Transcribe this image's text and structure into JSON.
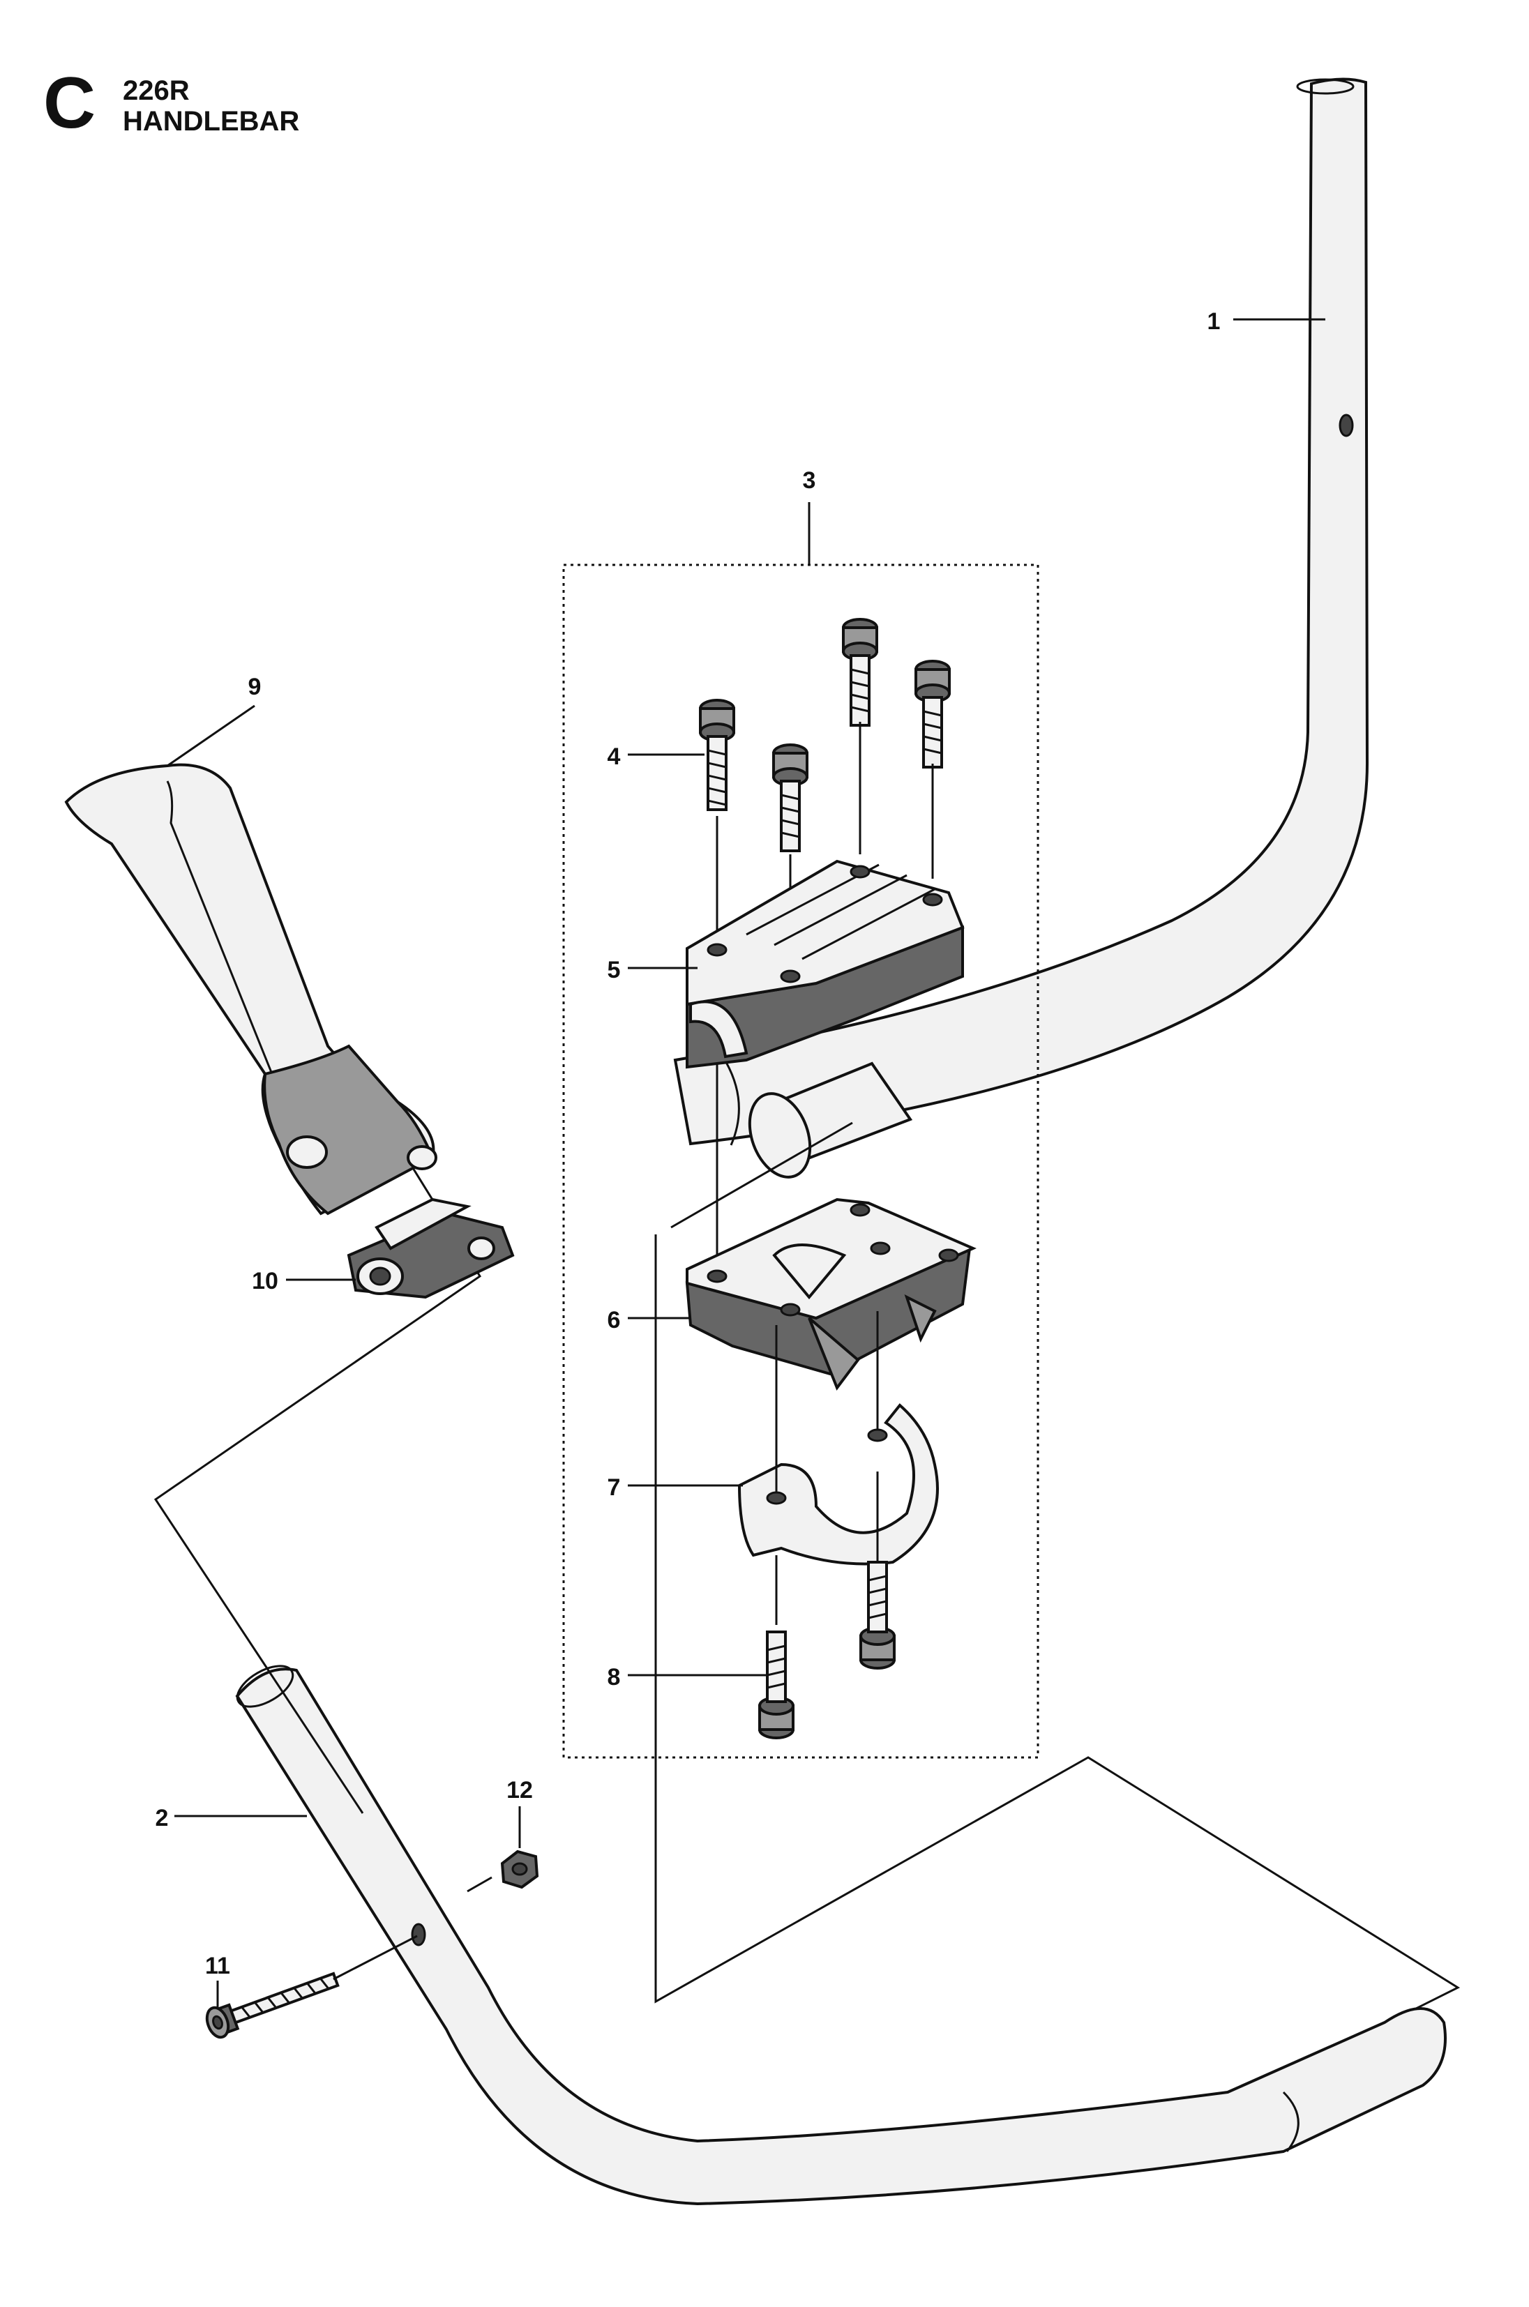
{
  "header": {
    "section_letter": "C",
    "model": "226R",
    "title": "HANDLEBAR"
  },
  "callouts": [
    "1",
    "2",
    "3",
    "4",
    "5",
    "6",
    "7",
    "8",
    "9",
    "10",
    "11",
    "12"
  ]
}
